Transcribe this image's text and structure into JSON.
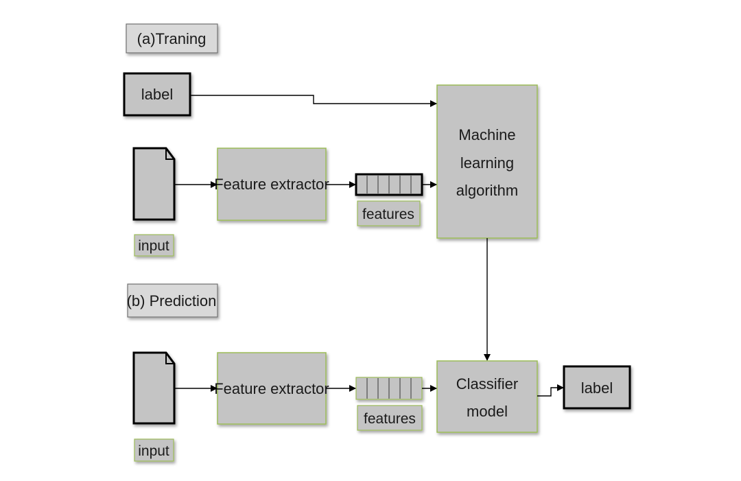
{
  "training": {
    "header": "(a)Traning",
    "label": "label",
    "input_label": "input",
    "feature_extractor": "Feature extractor",
    "features_label": "features",
    "ml_algorithm": [
      "Machine",
      "learning",
      "algorithm"
    ]
  },
  "prediction": {
    "header": "(b) Prediction",
    "input_label": "input",
    "feature_extractor": "Feature extractor",
    "features_label": "features",
    "classifier": [
      "Classifier",
      "model"
    ],
    "label": "label"
  }
}
